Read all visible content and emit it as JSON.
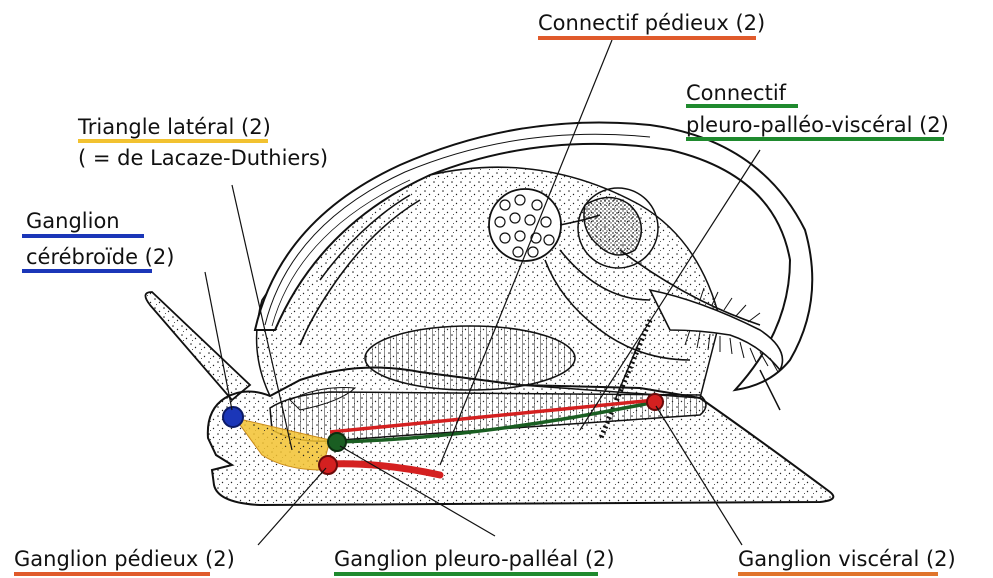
{
  "labels": {
    "connectif_pedieux": "Connectif pédieux (2)",
    "connectif_ppv_1": "Connectif",
    "connectif_ppv_2": "pleuro-palléo-viscéral (2)",
    "triangle_lateral_1": "Triangle latéral (2)",
    "triangle_lateral_2": "( = de Lacaze-Duthiers)",
    "ganglion_cerebroide_1": "Ganglion",
    "ganglion_cerebroide_2": "cérébroïde (2)",
    "ganglion_pedieux": "Ganglion pédieux (2)",
    "ganglion_pleuro_palleal": "Ganglion pleuro-palléal (2)",
    "ganglion_visceral": "Ganglion viscéral (2)"
  },
  "colors": {
    "pedal": "#e05a2b",
    "pleuro_palleal": "#1f8a2e",
    "cerebral": "#1b36b8",
    "triangle": "#f2c230",
    "visceral": "#e0742b",
    "nerve_red": "#d42020",
    "nerve_green": "#1a5e22",
    "ink": "#111111"
  }
}
